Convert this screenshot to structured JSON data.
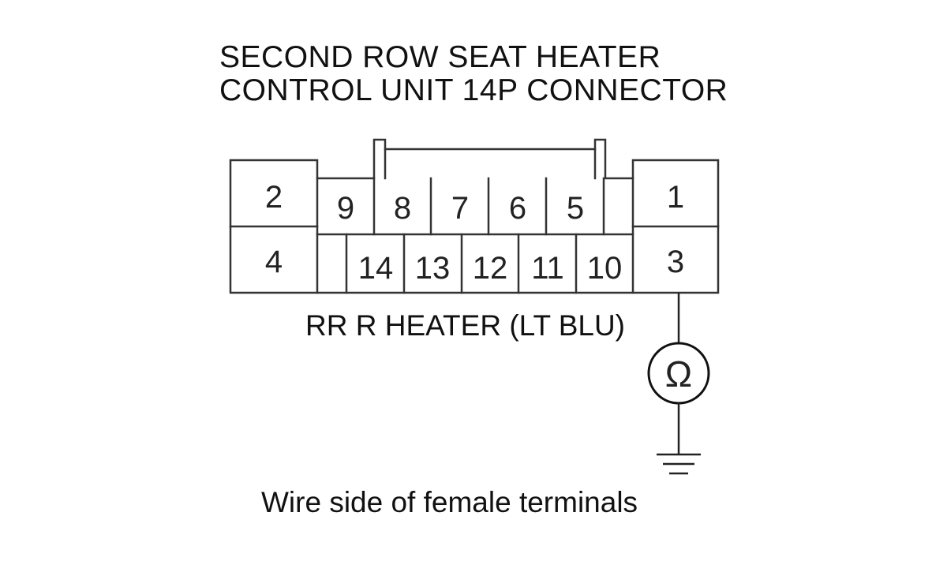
{
  "title": {
    "line1": "SECOND ROW SEAT HEATER",
    "line2": "CONTROL UNIT 14P CONNECTOR"
  },
  "connector": {
    "pins": [
      "1",
      "2",
      "3",
      "4",
      "5",
      "6",
      "7",
      "8",
      "9",
      "10",
      "11",
      "12",
      "13",
      "14"
    ]
  },
  "wire_label": "RR R HEATER (LT BLU)",
  "meter_symbol": "Ω",
  "meter_icon": "ohmmeter-icon",
  "ground_icon": "ground-icon",
  "footer": "Wire side of female terminals"
}
